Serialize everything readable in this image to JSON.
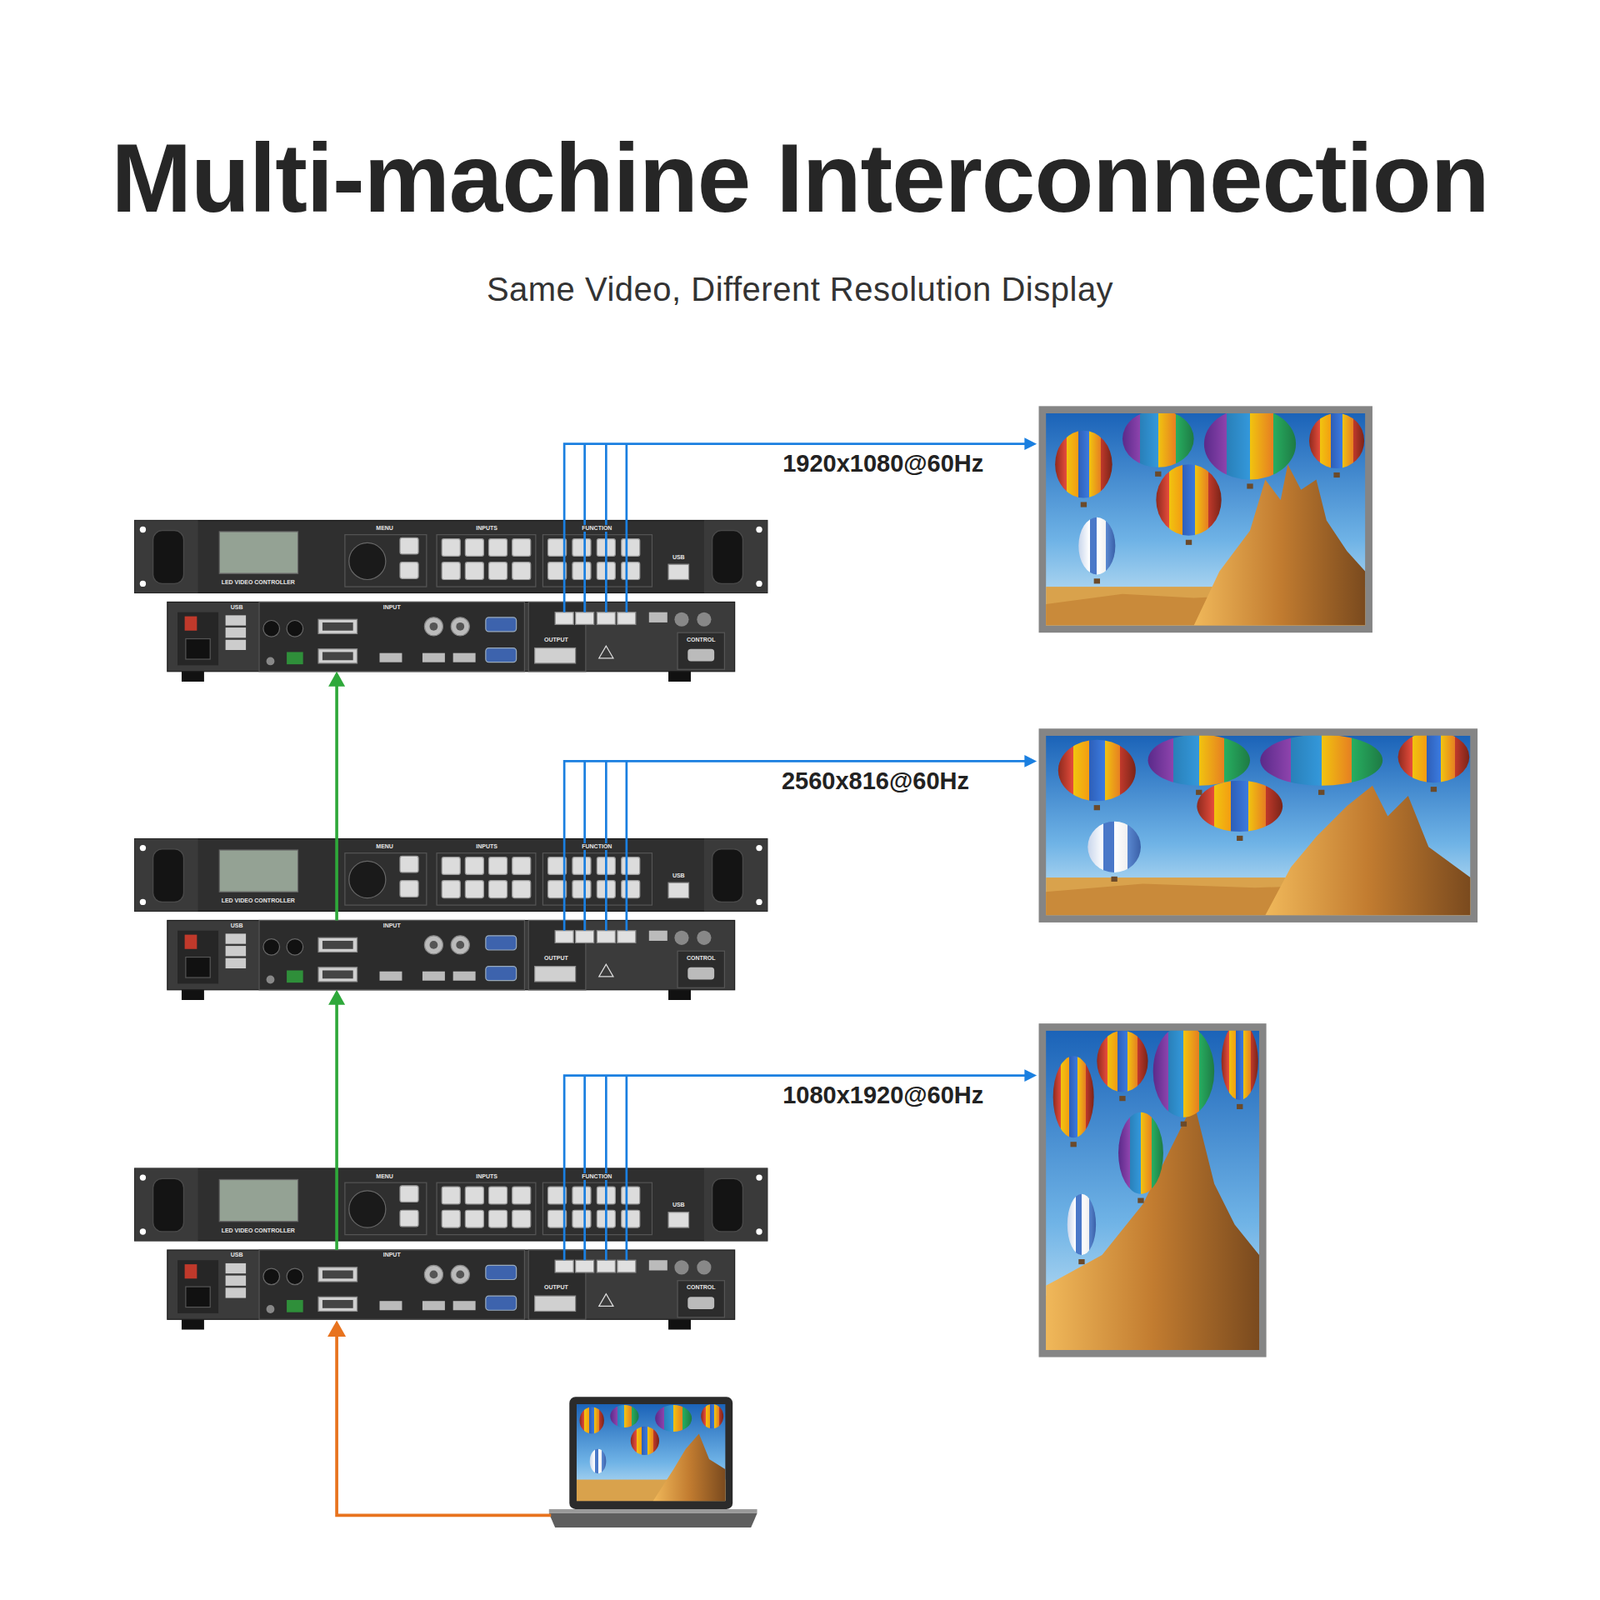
{
  "diagram": {
    "title": "Multi-machine Interconnection",
    "nodes": [
      {
        "text": [
          "USB",
          "INPUT",
          "OUTPUT",
          "CONTROL"
        ]
      },
      {
        "text": [
          "USB",
          "INPUT",
          "OUTPUT",
          "CONTROL"
        ]
      },
      {
        "text": [
          "USB",
          "INPUT",
          "OUTPUT",
          "CONTROL"
        ]
      }
    ],
    "edges": [
      {
        "from": 2,
        "to": 1,
        "arrow": "to"
      },
      {
        "from": 1,
        "to": 0,
        "arrow": "to"
      }
    ],
    "labels": [
      "Same Video, Different Resolution Display",
      "1920x1080@60Hz",
      "MENU",
      "INPUTS",
      "FUNCTION",
      "LED VIDEO CONTROLLER",
      "USB",
      "2560x816@60Hz",
      "MENU",
      "INPUTS",
      "FUNCTION",
      "LED VIDEO CONTROLLER",
      "USB",
      "1080x1920@60Hz",
      "MENU",
      "INPUTS",
      "FUNCTION",
      "LED VIDEO CONTROLLER",
      "USB"
    ]
  }
}
